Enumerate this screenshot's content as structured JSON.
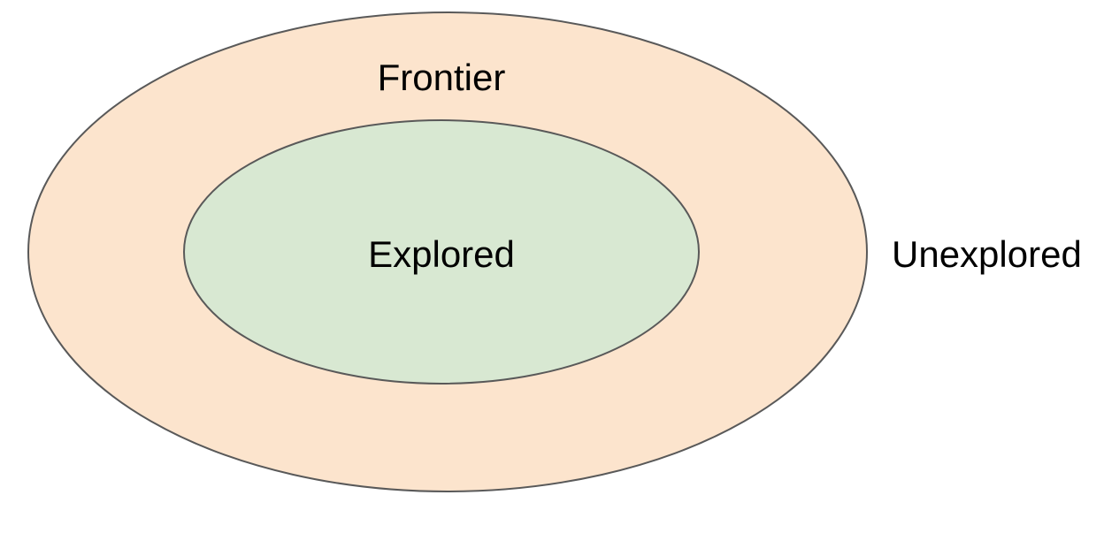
{
  "diagram": {
    "regions": {
      "frontier": {
        "label": "Frontier",
        "fill": "#fce4cd",
        "stroke": "#595959"
      },
      "explored": {
        "label": "Explored",
        "fill": "#d8e8d2",
        "stroke": "#595959"
      },
      "unexplored": {
        "label": "Unexplored"
      }
    }
  }
}
